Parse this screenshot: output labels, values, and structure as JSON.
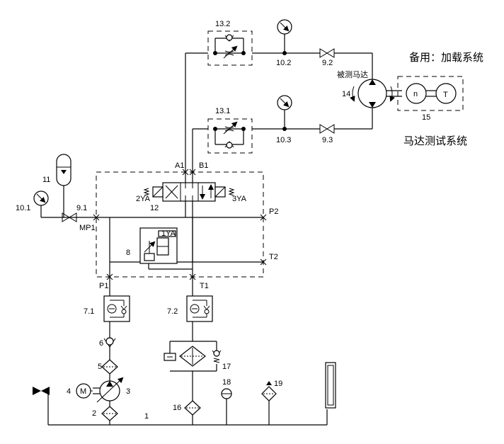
{
  "labels": {
    "c1": "1",
    "c2": "2",
    "c3": "3",
    "c4": "4",
    "c5": "5",
    "c6": "6",
    "c7_1": "7.1",
    "c7_2": "7.2",
    "c8": "8",
    "c9_1": "9.1",
    "c9_2": "9.2",
    "c9_3": "9.3",
    "c10_1": "10.1",
    "c10_2": "10.2",
    "c10_3": "10.3",
    "c11": "11",
    "c12": "12",
    "c13_1": "13.1",
    "c13_2": "13.2",
    "c14": "14",
    "c15": "15",
    "c16": "16",
    "c17": "17",
    "c18": "18",
    "c19": "19",
    "ya1": "1YA",
    "ya2": "2YA",
    "ya3": "3YA",
    "port_a1": "A1",
    "port_b1": "B1",
    "port_p1": "P1",
    "port_t1": "T1",
    "port_p2": "P2",
    "port_t2": "T2",
    "port_mp1": "MP1",
    "motor_m": "M",
    "sensor_n": "n",
    "sensor_t": "T",
    "motor_under_test": "被测马达",
    "backup_loading": "备用：加载系统",
    "motor_test_system": "马达测试系统"
  }
}
